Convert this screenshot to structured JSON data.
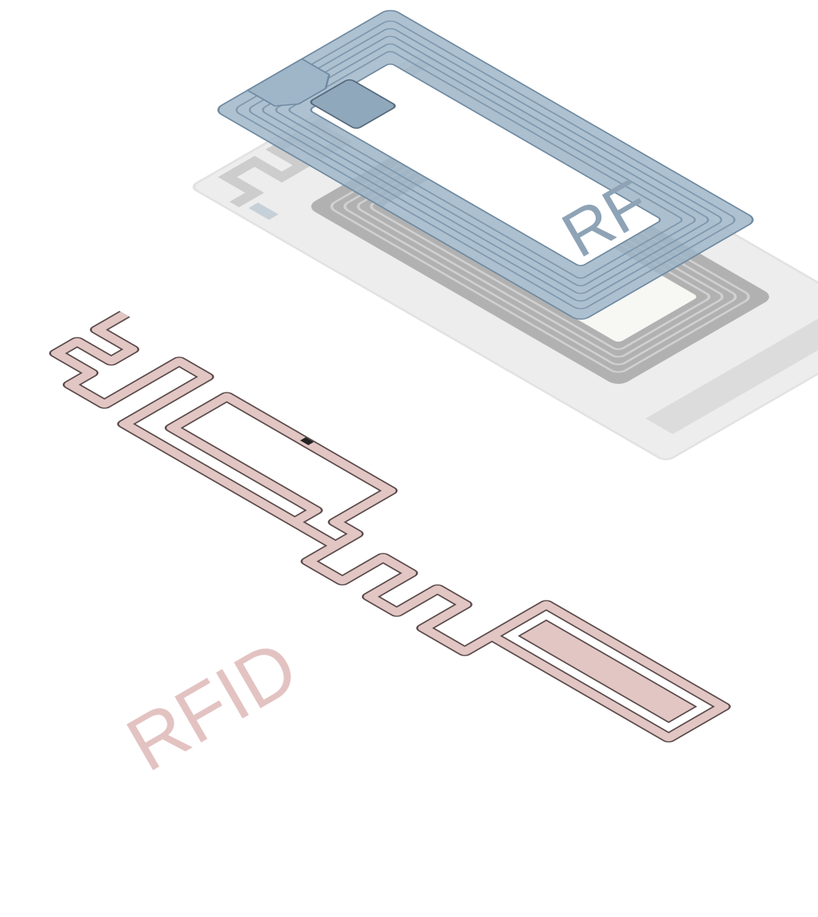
{
  "labels": {
    "rf": "RF",
    "rfid": "RFID"
  },
  "colors": {
    "background": "#ffffff",
    "rf_layer": "#9fb6c9",
    "rf_layer_stroke": "#6f8aa1",
    "rf_text": "#8ea3b6",
    "rfid_layer": "#e2c6c4",
    "rfid_layer_stroke": "#5a4a4a",
    "rfid_text": "#e3c3c2",
    "combined_substrate": "#ededed",
    "combined_trace": "#c9c9c9",
    "combined_coil": "#a9a9a9",
    "combined_window": "#f7f7f4"
  },
  "layers": [
    {
      "name": "rf-coil-layer",
      "icon": "rf-coil-icon"
    },
    {
      "name": "combined-tag-layer",
      "icon": "combined-tag-icon"
    },
    {
      "name": "rfid-antenna-layer",
      "icon": "rfid-antenna-icon"
    }
  ]
}
